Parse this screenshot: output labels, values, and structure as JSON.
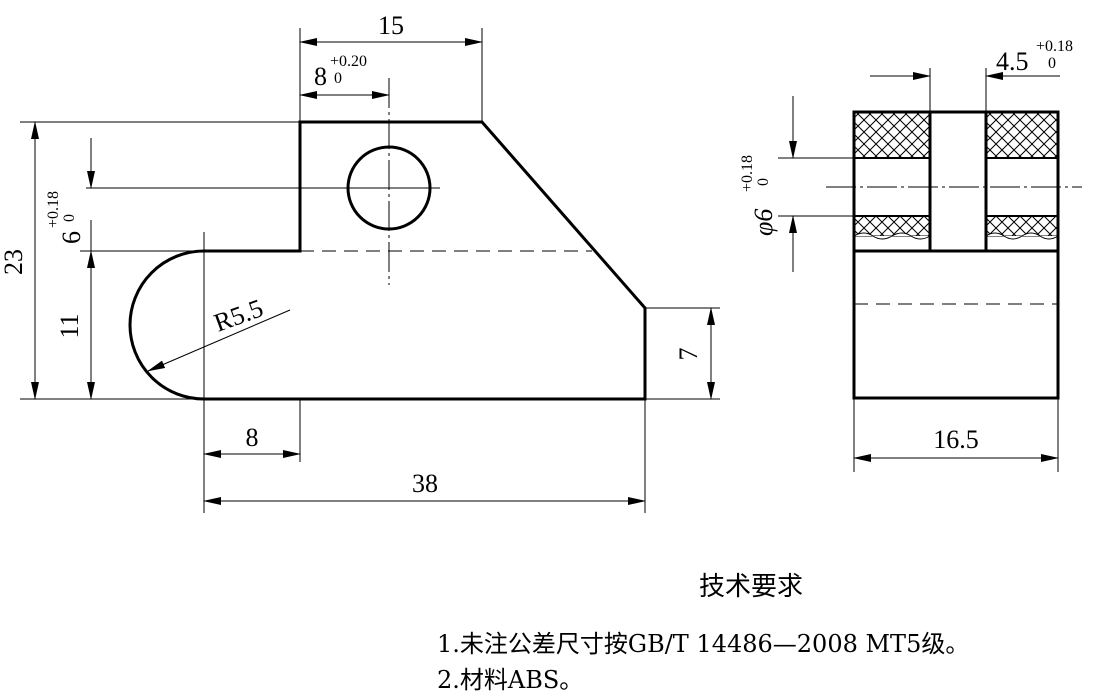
{
  "dims": {
    "top_width": "15",
    "hole_pos": "8",
    "hole_pos_tol_upper": "+0.20",
    "hole_pos_tol_lower": "0",
    "total_height": "23",
    "hole_dia": "6",
    "hole_dia_tol_upper": "+0.18",
    "hole_dia_tol_lower": "0",
    "base_height": "11",
    "radius": "R5.5",
    "right_height": "7",
    "left_step": "8",
    "total_length": "38",
    "slot_width": "4.5",
    "slot_tol_upper": "+0.18",
    "slot_tol_lower": "0",
    "side_hole_symbol": "φ6",
    "side_hole_tol_upper": "+0.18",
    "side_hole_tol_lower": "0",
    "side_width": "16.5"
  },
  "notes": {
    "title": "技术要求",
    "line1": "1.未注公差尺寸按GB/T 14486—2008 MT5级。",
    "line2": "2.材料ABS。"
  }
}
